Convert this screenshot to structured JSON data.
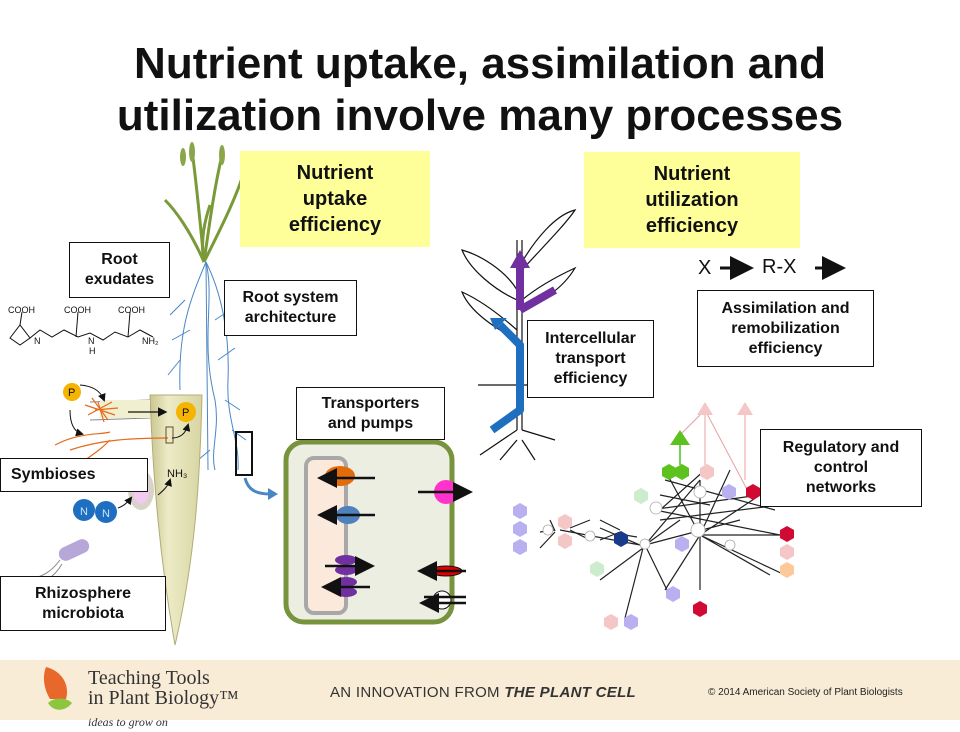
{
  "title": {
    "line1": "Nutrient uptake, assimilation and",
    "line2": "utilization involve many processes"
  },
  "headers": {
    "uptake": [
      "Nutrient",
      "uptake",
      "efficiency"
    ],
    "utilization": [
      "Nutrient",
      "utilization",
      "efficiency"
    ]
  },
  "labels": {
    "root_exudates": [
      "Root",
      "exudates"
    ],
    "root_system": [
      "Root system",
      "architecture"
    ],
    "transporters": [
      "Transporters",
      "and pumps"
    ],
    "symbioses": "Symbioses",
    "rhizosphere": [
      "Rhizosphere",
      "microbiota"
    ],
    "intercellular": [
      "Intercellular",
      "transport",
      "efficiency"
    ],
    "assimilation": [
      "Assimilation and",
      "remobilization",
      "efficiency"
    ],
    "regulatory": [
      "Regulatory and",
      "control",
      "networks"
    ]
  },
  "reaction": {
    "x": "X",
    "rx": "R-X"
  },
  "chemistry": {
    "cooh": "COOH",
    "n": "N",
    "nh": "H",
    "nh2": "NH₂",
    "p": "P",
    "nh3": "NH₃",
    "n2": "N"
  },
  "colors": {
    "title_box": "#ffff99",
    "cell_border": "#77933c",
    "vacuole": "#fbe9dc",
    "blue_arrow": "#1f6fc0",
    "purple_arrow": "#7030a0",
    "root_tip": "#e6e3b8",
    "phosphate": "#f5b400",
    "footer_bg": "#f8ecd6"
  },
  "footer": {
    "logo_line1": "Teaching Tools",
    "logo_line2": "in Plant Biology™",
    "tagline": "ideas to grow on",
    "innovation_prefix": "AN INNOVATION FROM ",
    "innovation_journal": "THE PLANT CELL",
    "copyright": "©  2014 American Society of Plant Biologists"
  }
}
